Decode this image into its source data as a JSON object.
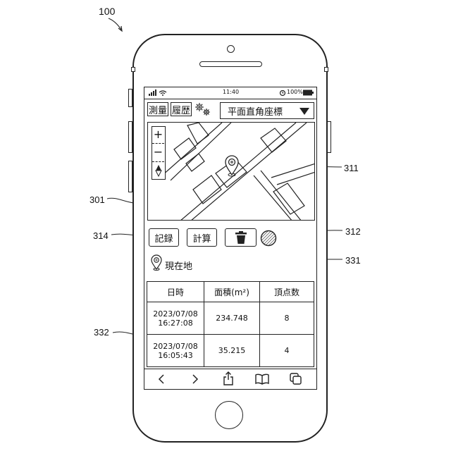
{
  "figure": {
    "ref_device": "100",
    "ref_map": "301",
    "ref_pin": "311",
    "ref_circle": "312",
    "ref_calc": "331",
    "ref_record": "314",
    "ref_table": "332"
  },
  "status_bar": {
    "time": "11:40",
    "battery": "100%"
  },
  "header": {
    "tab_survey": "測量",
    "tab_history": "履歴",
    "coordinate_select": "平面直角座標"
  },
  "map": {
    "zoom_in": "+",
    "zoom_out": "−"
  },
  "actions": {
    "record": "記録",
    "calculate": "計算"
  },
  "location": {
    "label": "現在地"
  },
  "table": {
    "headers": [
      "日時",
      "面積(m²)",
      "頂点数"
    ],
    "rows": [
      {
        "date": "2023/07/08",
        "time": "16:27:08",
        "area": "234.748",
        "vertices": "8"
      },
      {
        "date": "2023/07/08",
        "time": "16:05:43",
        "area": "35.215",
        "vertices": "4"
      }
    ]
  }
}
